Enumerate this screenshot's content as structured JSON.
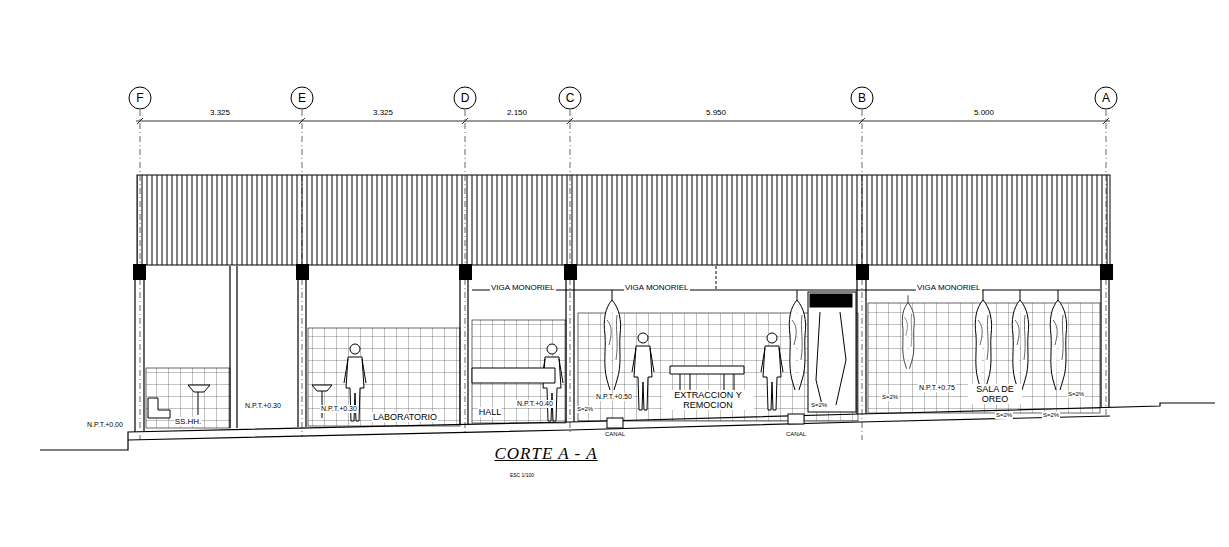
{
  "diagram": {
    "title": "CORTE A - A",
    "nodes": [
      {
        "text": [
          "F"
        ]
      },
      {
        "text": [
          "E"
        ]
      },
      {
        "text": [
          "D"
        ]
      },
      {
        "text": [
          "C"
        ]
      },
      {
        "text": [
          "B"
        ]
      },
      {
        "text": [
          "A"
        ]
      }
    ],
    "labels": [
      "3.325",
      "3.325",
      "2.150",
      "5.950",
      "5.000",
      "VIGA MONORIEL",
      "VIGA MONORIEL",
      "VIGA MONORIEL",
      "SS.HH.",
      "N.P.T.+0.00",
      "N.P.T.+0.30",
      "N.P.T.+0.30",
      "LABORATORIO",
      "HALL",
      "N.P.T.+0.40",
      "N.P.T.+0.50",
      "S=2%",
      "EXTRACCION Y REMOCION",
      "S=2%",
      "S=2%",
      "N.P.T.+0.75",
      "SALA DE OREO",
      "S=2%",
      "S=2%",
      "S=2%",
      "CANAL",
      "CANAL",
      "ESC 1/100"
    ]
  }
}
